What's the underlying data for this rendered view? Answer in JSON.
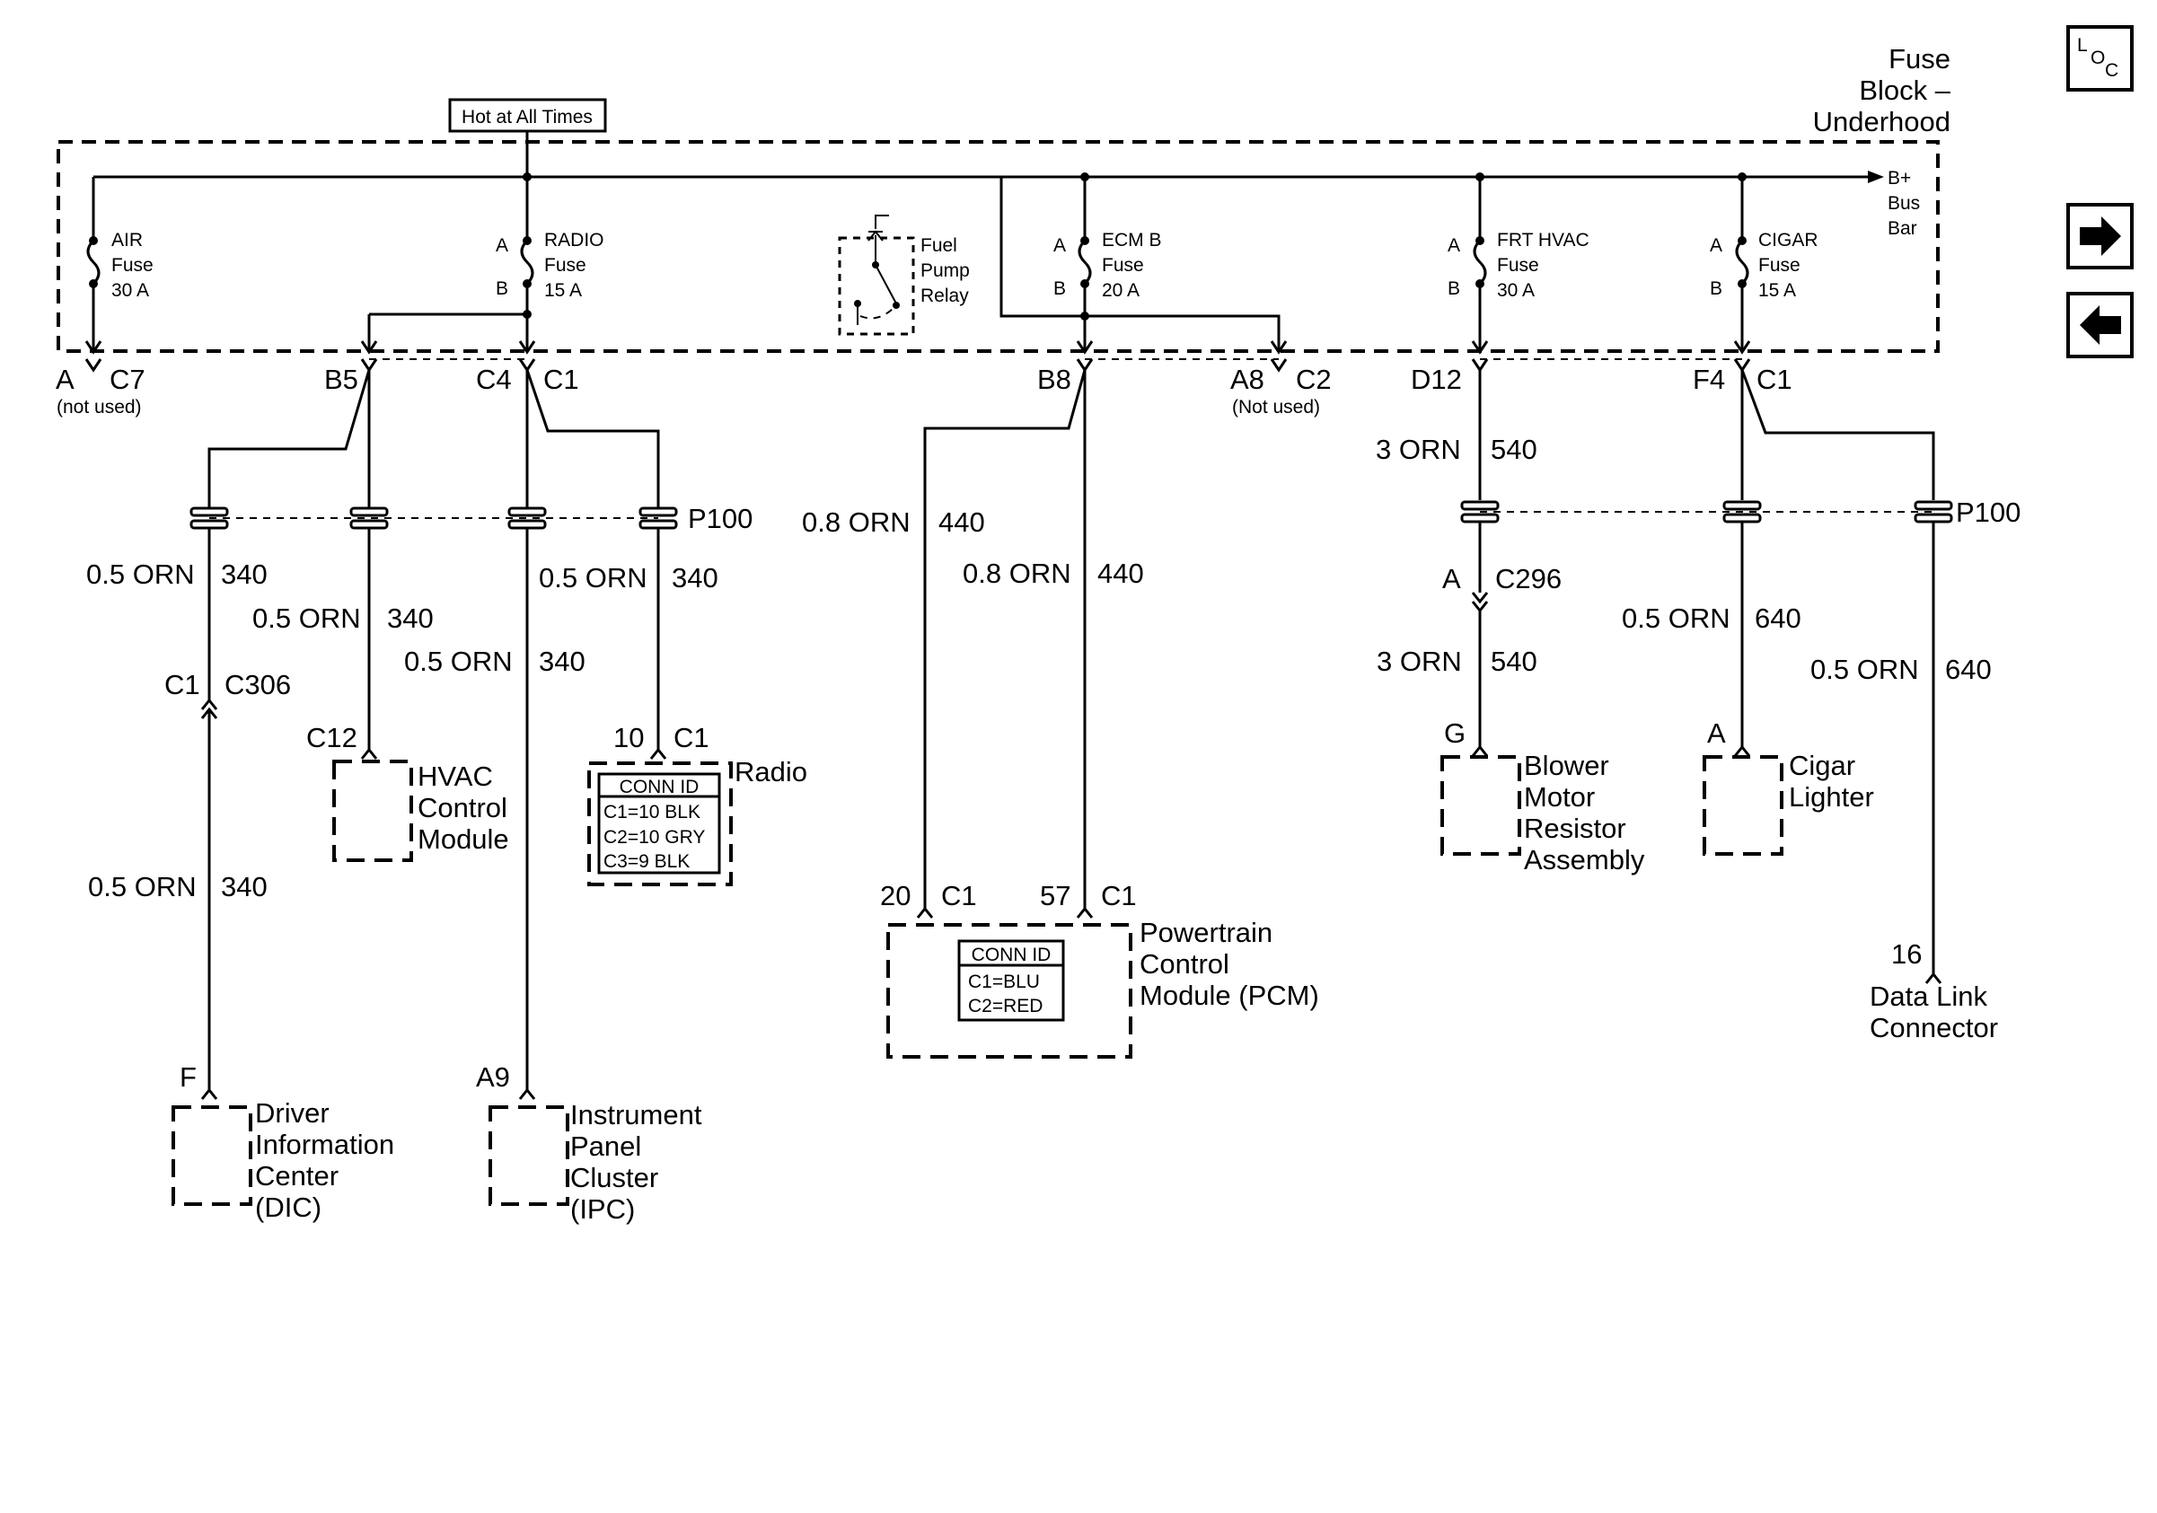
{
  "fuse_block": {
    "title_lines": [
      "Fuse",
      "Block –",
      "Underhood"
    ],
    "hot_label": "Hot at All Times",
    "bus_bar_lines": [
      "B+",
      "Bus",
      "Bar"
    ],
    "fuses": [
      {
        "name": "AIR",
        "label": "Fuse",
        "rating": "30 A",
        "pin_a": "",
        "pin_b": ""
      },
      {
        "name": "RADIO",
        "label": "Fuse",
        "rating": "15 A",
        "pin_a": "A",
        "pin_b": "B"
      },
      {
        "name": "ECM B",
        "label": "Fuse",
        "rating": "20 A",
        "pin_a": "A",
        "pin_b": "B"
      },
      {
        "name": "FRT HVAC",
        "label": "Fuse",
        "rating": "30 A",
        "pin_a": "A",
        "pin_b": "B"
      },
      {
        "name": "CIGAR",
        "label": "Fuse",
        "rating": "15 A",
        "pin_a": "A",
        "pin_b": "B"
      }
    ],
    "relay_lines": [
      "Fuel",
      "Pump",
      "Relay"
    ]
  },
  "connectors": {
    "a_c7": {
      "pin": "A",
      "conn": "C7",
      "note": "(not used)"
    },
    "b5": {
      "pin": "B5"
    },
    "c4_c1": {
      "pin": "C4",
      "conn": "C1"
    },
    "b8": {
      "pin": "B8"
    },
    "a8_c2": {
      "pin": "A8",
      "conn": "C2",
      "note": "(Not used)"
    },
    "d12": {
      "pin": "D12"
    },
    "f4_c1": {
      "pin": "F4",
      "conn": "C1"
    },
    "p100": "P100",
    "c1_c306": {
      "pin": "C1",
      "conn": "C306"
    },
    "a_c296": {
      "pin": "A",
      "conn": "C296"
    }
  },
  "wires": {
    "w340": {
      "size": "0.5 ORN",
      "circuit": "340"
    },
    "w440": {
      "size": "0.8 ORN",
      "circuit": "440"
    },
    "w540": {
      "size": "3 ORN",
      "circuit": "540"
    },
    "w640": {
      "size": "0.5 ORN",
      "circuit": "640"
    }
  },
  "components": {
    "hvac": {
      "pin": "C12",
      "lines": [
        "HVAC",
        "Control",
        "Module"
      ]
    },
    "radio": {
      "pin": "10",
      "conn": "C1",
      "name": "Radio",
      "conn_id_title": "CONN ID",
      "conn_ids": [
        "C1=10 BLK",
        "C2=10 GRY",
        "C3=9 BLK"
      ]
    },
    "pcm": {
      "pin1": "20",
      "conn1": "C1",
      "pin2": "57",
      "conn2": "C1",
      "lines": [
        "Powertrain",
        "Control",
        "Module (PCM)"
      ],
      "conn_id_title": "CONN ID",
      "conn_ids": [
        "C1=BLU",
        "C2=RED"
      ]
    },
    "blower": {
      "pin": "G",
      "lines": [
        "Blower",
        "Motor",
        "Resistor",
        "Assembly"
      ]
    },
    "cigar": {
      "pin": "A",
      "lines": [
        "Cigar",
        "Lighter"
      ]
    },
    "dlc": {
      "pin": "16",
      "lines": [
        "Data Link",
        "Connector"
      ]
    },
    "dic": {
      "pin": "F",
      "lines": [
        "Driver",
        "Information",
        "Center",
        "(DIC)"
      ]
    },
    "ipc": {
      "pin": "A9",
      "lines": [
        "Instrument",
        "Panel",
        "Cluster",
        "(IPC)"
      ]
    }
  },
  "nav": {
    "loc_letters": [
      "L",
      "O",
      "C"
    ],
    "next_icon": "right-arrow-icon",
    "prev_icon": "left-arrow-icon"
  }
}
